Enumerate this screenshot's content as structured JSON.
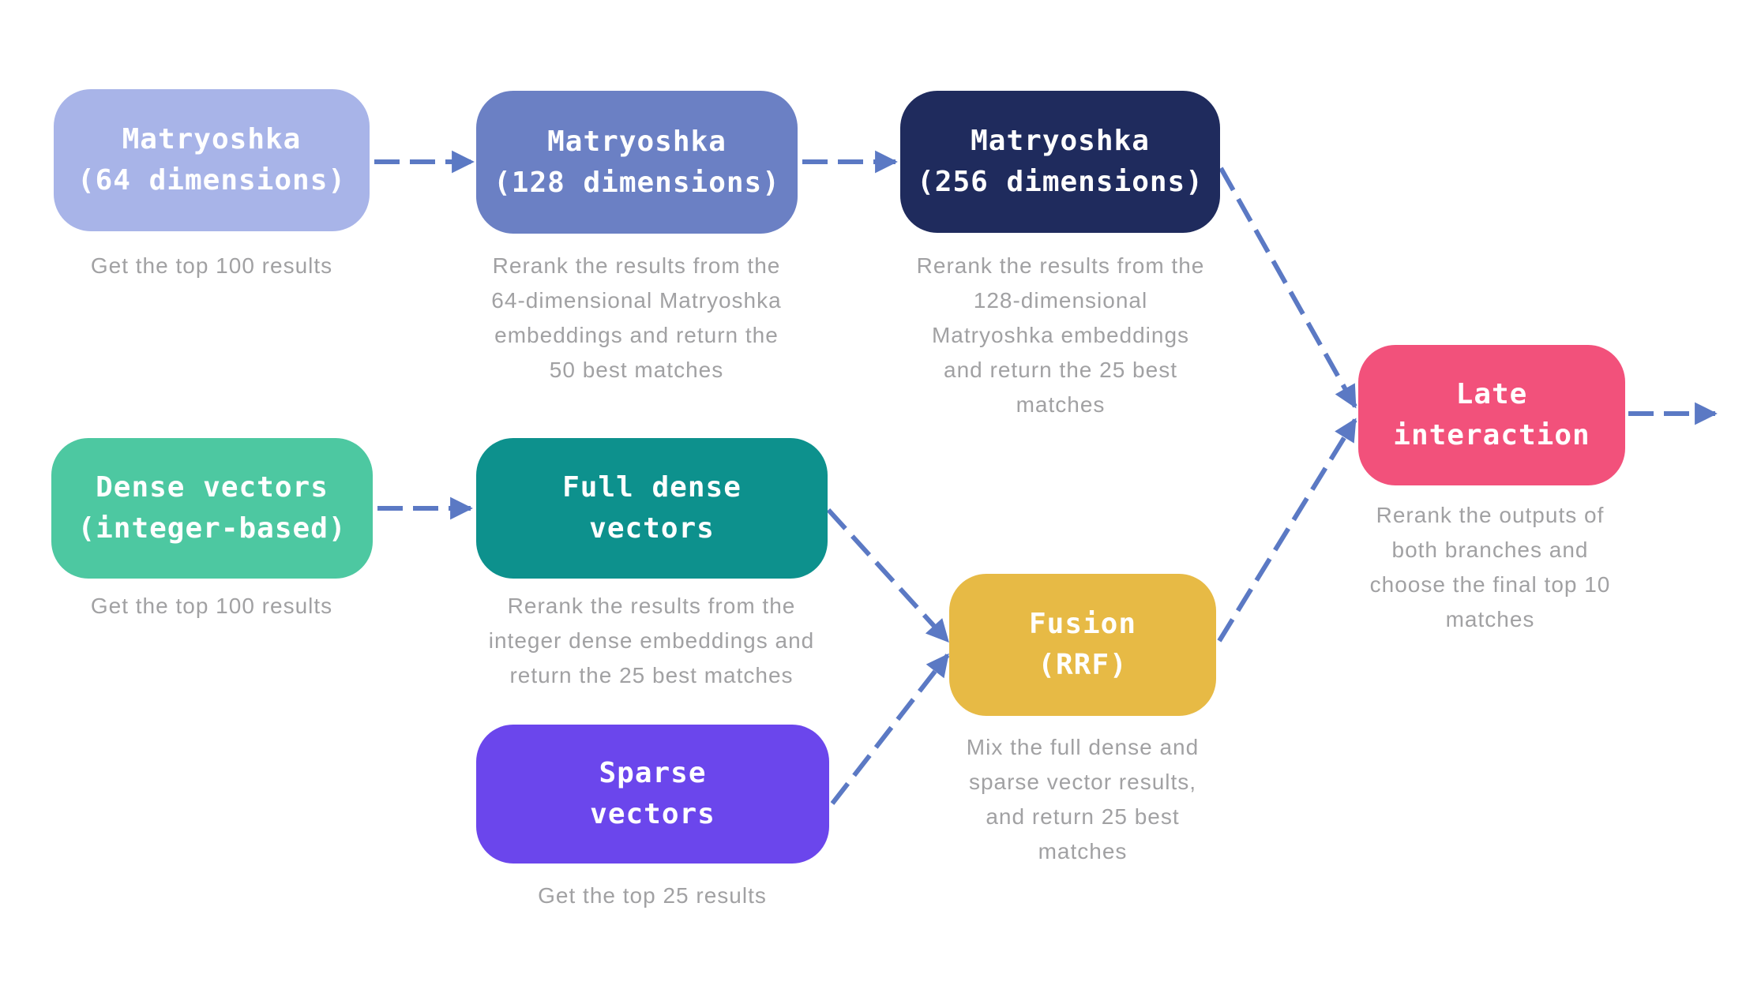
{
  "diagram": {
    "background_color": "#ffffff",
    "arrow_color": "#5b79c4",
    "caption_color": "#a1a1a3",
    "title_color": "#ffffff"
  },
  "nodes": {
    "matryoshka_64": {
      "title": "Matryoshka\n(64 dimensions)",
      "caption": "Get the top 100 results",
      "color": "#a8b4e8"
    },
    "matryoshka_128": {
      "title": "Matryoshka\n(128 dimensions)",
      "caption": "Rerank the results from the\n64-dimensional Matryoshka\nembeddings and return the\n50 best matches",
      "color": "#6b80c4"
    },
    "matryoshka_256": {
      "title": "Matryoshka\n(256 dimensions)",
      "caption": "Rerank the results from the\n128-dimensional\nMatryoshka embeddings\nand return the 25 best\nmatches",
      "color": "#1f2b5d"
    },
    "late_interaction": {
      "title": "Late\ninteraction",
      "caption": "Rerank the outputs of\nboth branches and\nchoose the final top 10\nmatches",
      "color": "#f2517b"
    },
    "dense_vectors": {
      "title": "Dense vectors\n(integer-based)",
      "caption": "Get the top 100 results",
      "color": "#4dc8a1"
    },
    "full_dense_vectors": {
      "title": "Full dense\nvectors",
      "caption": "Rerank the results from the\ninteger dense embeddings and\nreturn the 25 best matches",
      "color": "#0d918d"
    },
    "fusion_rrf": {
      "title": "Fusion\n(RRF)",
      "caption": "Mix the full dense and\nsparse vector results,\nand return 25 best\nmatches",
      "color": "#e7ba45"
    },
    "sparse_vectors": {
      "title": "Sparse\nvectors",
      "caption": "Get the top 25 results",
      "color": "#6b46ec"
    }
  },
  "edges": [
    {
      "from": "matryoshka_64",
      "to": "matryoshka_128"
    },
    {
      "from": "matryoshka_128",
      "to": "matryoshka_256"
    },
    {
      "from": "matryoshka_256",
      "to": "late_interaction"
    },
    {
      "from": "dense_vectors",
      "to": "full_dense_vectors"
    },
    {
      "from": "full_dense_vectors",
      "to": "fusion_rrf"
    },
    {
      "from": "sparse_vectors",
      "to": "fusion_rrf"
    },
    {
      "from": "fusion_rrf",
      "to": "late_interaction"
    },
    {
      "from": "late_interaction",
      "to": "final_output"
    }
  ]
}
